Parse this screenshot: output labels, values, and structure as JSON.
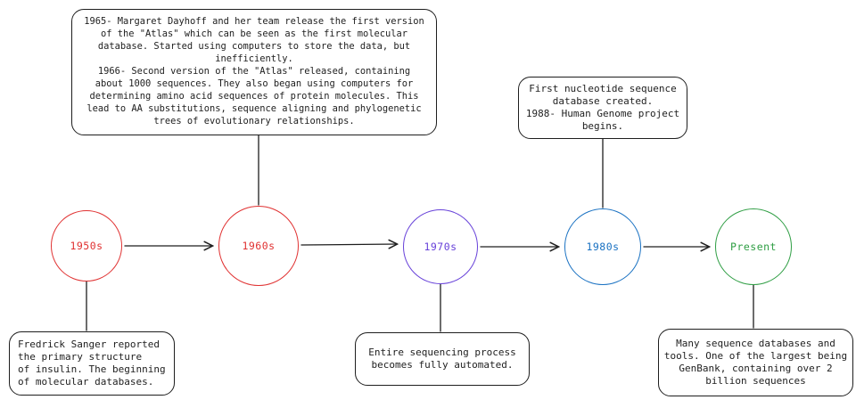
{
  "timeline": {
    "ink_color": "#1e1e1e",
    "nodes": [
      {
        "id": "1950s",
        "label": "1950s",
        "color": "#e03131"
      },
      {
        "id": "1960s",
        "label": "1960s",
        "color": "#e03131"
      },
      {
        "id": "1970s",
        "label": "1970s",
        "color": "#6741d9"
      },
      {
        "id": "1980s",
        "label": "1980s",
        "color": "#1971c2"
      },
      {
        "id": "present",
        "label": "Present",
        "color": "#2f9e44"
      }
    ],
    "callouts": {
      "dayhoff": {
        "attached_to": "1960s",
        "position": "above",
        "text": "1965- Margaret Dayhoff and her team release the first version\nof the \"Atlas\" which can be seen as the first molecular\ndatabase. Started using computers to store the data, but\ninefficiently.\n1966- Second version of the \"Atlas\" released, containing\nabout 1000 sequences. They also began using computers for\ndetermining amino acid sequences of protein molecules. This\nlead to AA substitutions, sequence aligning and phylogenetic\ntrees of evolutionary relationships."
      },
      "nucleotide": {
        "attached_to": "1980s",
        "position": "above",
        "text": "First nucleotide sequence\ndatabase created.\n1988- Human Genome project\nbegins."
      },
      "sanger": {
        "attached_to": "1950s",
        "position": "below",
        "text": "Fredrick Sanger reported\nthe primary structure\nof insulin. The beginning\nof molecular databases."
      },
      "sequencing": {
        "attached_to": "1970s",
        "position": "below",
        "text": "Entire sequencing process\nbecomes fully automated."
      },
      "genbank": {
        "attached_to": "present",
        "position": "below",
        "text": "Many sequence databases and\ntools. One of the largest being\nGenBank, containing over 2\nbillion sequences"
      }
    }
  }
}
